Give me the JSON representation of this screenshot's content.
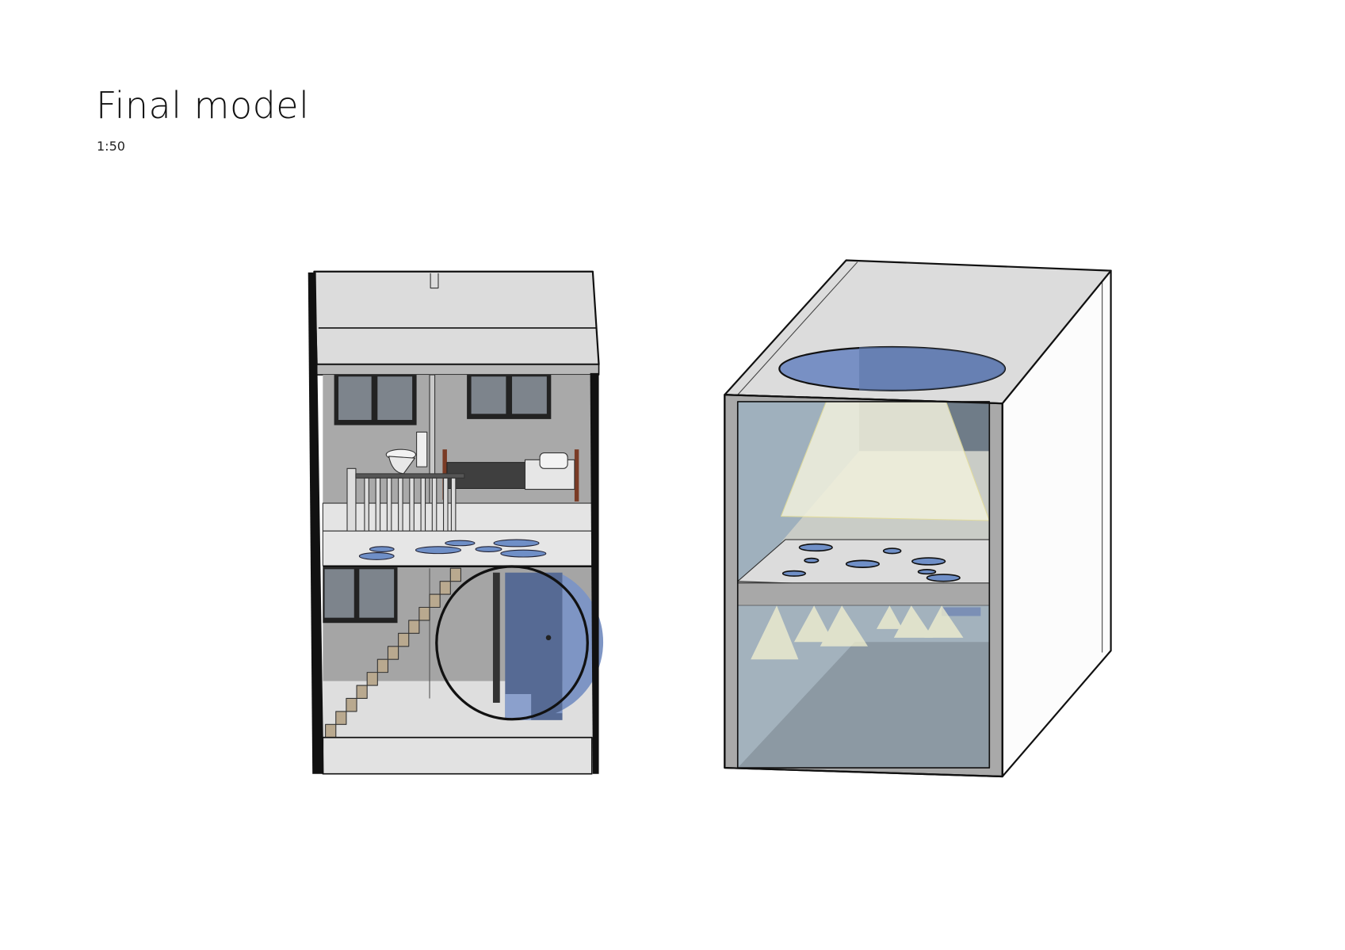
{
  "title": "Final model",
  "scale": "1:50",
  "models": [
    {
      "name": "house-section-model"
    },
    {
      "name": "abstract-box-model"
    }
  ],
  "colors": {
    "wall_light": "#dcdcdc",
    "interior_gray": "#a9a9a9",
    "opening_blue": "#6c86b8",
    "light_beam": "#efeedb",
    "box_interior": "#9fb0bd"
  }
}
